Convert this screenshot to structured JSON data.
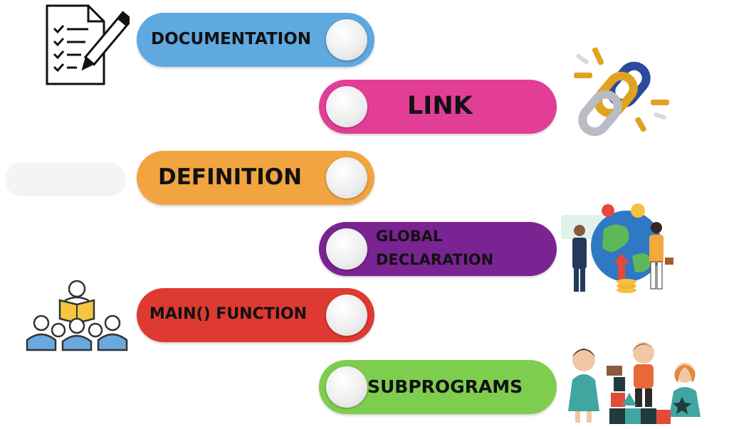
{
  "steps": [
    {
      "label": "DOCUMENTATION",
      "color": "#5fa8e0"
    },
    {
      "label": "LINK",
      "color": "#e23e96"
    },
    {
      "label": "DEFINITION",
      "color": "#f2a441"
    },
    {
      "label_line1": "GLOBAL",
      "label_line2": "DECLARATION",
      "color": "#7a2392"
    },
    {
      "label": "MAIN() FUNCTION",
      "color": "#de3a31"
    },
    {
      "label": "SUBPROGRAMS",
      "color": "#7fcd4f"
    }
  ],
  "illustrations": {
    "documentation": "checklist-pencil-icon",
    "link": "broken-chain-icon",
    "definition": "blurred-banner",
    "global_declaration": "business-globe-icon",
    "main_function": "teacher-audience-icon",
    "subprograms": "kids-building-blocks-icon"
  }
}
